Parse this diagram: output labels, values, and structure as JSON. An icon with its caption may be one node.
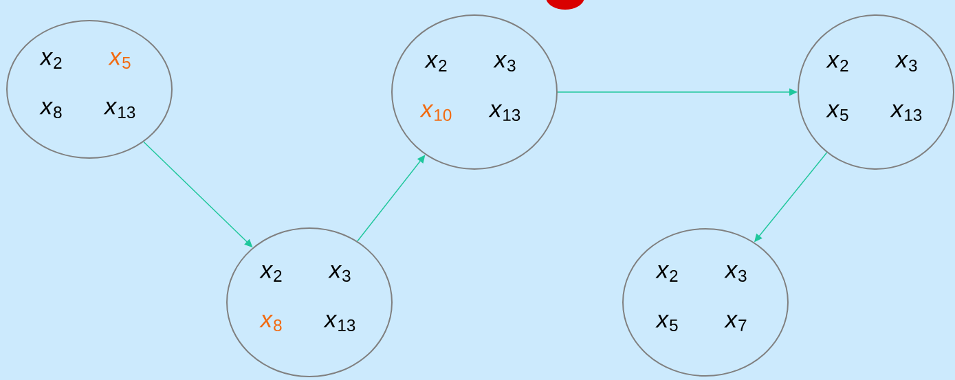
{
  "diagram": {
    "nodes": [
      {
        "text": [
          "*x*$_{2}$",
          "*x*$_{5}$",
          "*x*$_{8}$",
          "*x*$_{13}$"
        ]
      },
      {
        "text": [
          "*x*$_{2}$",
          "*x*$_{3}$",
          "*x*$_{8}$",
          "*x*$_{13}$"
        ]
      },
      {
        "text": [
          "*x*$_{2}$",
          "*x*$_{3}$",
          "*x*$_{10}$",
          "*x*$_{13}$"
        ]
      },
      {
        "text": [
          "*x*$_{2}$",
          "*x*$_{3}$",
          "*x*$_{5}$",
          "*x*$_{13}$"
        ]
      },
      {
        "text": [
          "*x*$_{2}$",
          "*x*$_{3}$",
          "*x*$_{5}$",
          "*x*$_{7}$"
        ]
      }
    ],
    "edges": [
      {
        "from": 0,
        "to": 1,
        "arrow": "to"
      },
      {
        "from": 1,
        "to": 2,
        "arrow": "to"
      },
      {
        "from": 2,
        "to": 3,
        "arrow": "to"
      },
      {
        "from": 3,
        "to": 4,
        "arrow": "to"
      }
    ]
  }
}
